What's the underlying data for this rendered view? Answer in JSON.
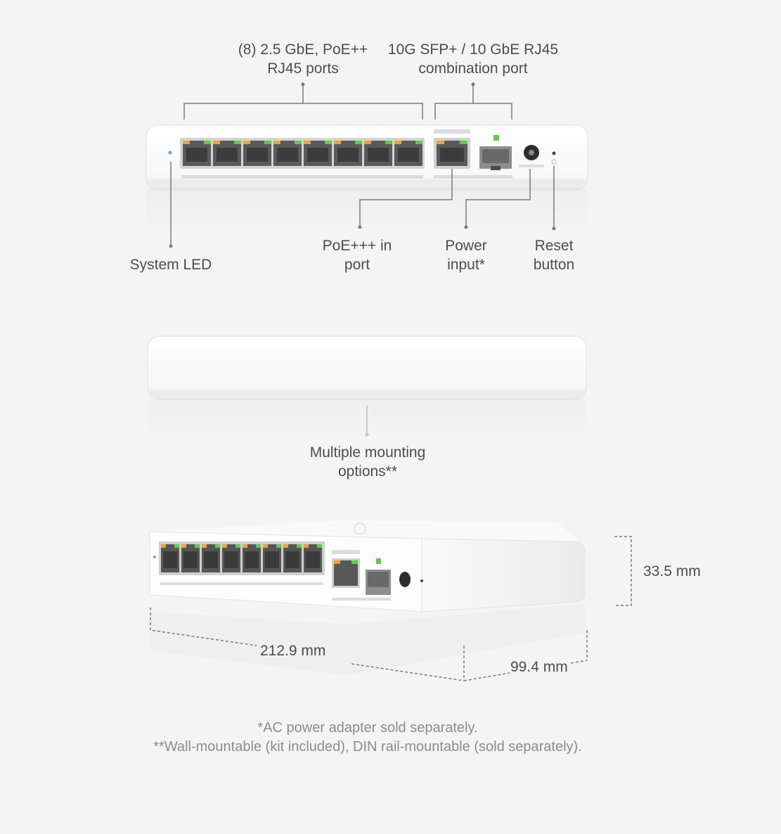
{
  "callouts": {
    "rj45_ports": [
      "(8) 2.5 GbE, PoE++",
      "RJ45 ports"
    ],
    "combo_port": [
      "10G SFP+ / 10 GbE RJ45",
      "combination port"
    ],
    "system_led": [
      "System LED"
    ],
    "poe_in": [
      "PoE+++ in",
      "port"
    ],
    "power_input": [
      "Power",
      "input*"
    ],
    "reset_button": [
      "Reset",
      "button"
    ],
    "mounting": [
      "Multiple mounting",
      "options**"
    ]
  },
  "dimensions": {
    "height": "33.5 mm",
    "width": "212.9 mm",
    "depth": "99.4 mm"
  },
  "footnotes": {
    "power": "*AC power adapter sold separately.",
    "mounting": "**Wall-mountable (kit included), DIN rail-mountable (sold separately)."
  },
  "colors": {
    "background": "#f4f4f4",
    "device": "#fbfbfb",
    "port_amber": "#f0a23a",
    "port_green": "#5ecb4a",
    "led_blue": "#6aa0e8",
    "leader_line": "#7a7a7a"
  }
}
